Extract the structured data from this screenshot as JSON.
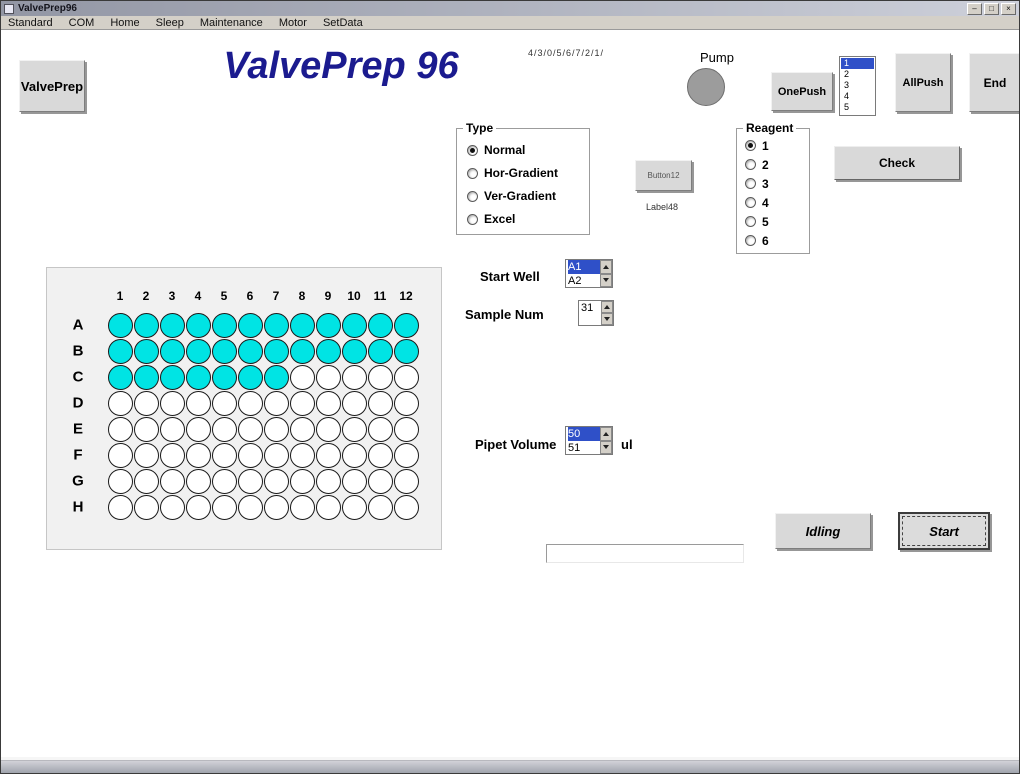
{
  "colors": {
    "highlight": "#2f50c8",
    "well_filled": "#00e4e4",
    "title": "#1b1b8f"
  },
  "window": {
    "title": "ValvePrep96",
    "menu": [
      "Standard",
      "COM",
      "Home",
      "Sleep",
      "Maintenance",
      "Motor",
      "SetData"
    ],
    "controls": {
      "minimize": "–",
      "maximize": "□",
      "close": "×"
    }
  },
  "header": {
    "valveprep_button": "ValvePrep",
    "title": "ValvePrep 96",
    "small_text": "4/3/0/5/6/7/2/1/",
    "pump_label": "Pump",
    "onepush_button": "OnePush",
    "push_list": [
      "1",
      "2",
      "3",
      "4",
      "5"
    ],
    "push_list_selected": "1",
    "allpush_button": "AllPush",
    "end_button": "End"
  },
  "type_group": {
    "label": "Type",
    "options": [
      "Normal",
      "Hor-Gradient",
      "Ver-Gradient",
      "Excel"
    ],
    "selected": "Normal"
  },
  "reagent_group": {
    "label": "Reagent",
    "options": [
      "1",
      "2",
      "3",
      "4",
      "5",
      "6"
    ],
    "selected": "1"
  },
  "misc": {
    "button12": "Button12",
    "label48": "Label48",
    "check_button": "Check"
  },
  "params": {
    "start_well_label": "Start Well",
    "start_well_value": "A1",
    "start_well_next": "A2",
    "sample_num_label": "Sample Num",
    "sample_num_value": "31",
    "pipet_volume_label": "Pipet Volume",
    "pipet_volume_value": "50",
    "pipet_volume_next": "51",
    "pipet_volume_unit": "ul"
  },
  "plate": {
    "col_labels": [
      "1",
      "2",
      "3",
      "4",
      "5",
      "6",
      "7",
      "8",
      "9",
      "10",
      "11",
      "12"
    ],
    "row_labels": [
      "A",
      "B",
      "C",
      "D",
      "E",
      "F",
      "G",
      "H"
    ],
    "filled_count": 31
  },
  "footer": {
    "idling_button": "Idling",
    "start_button": "Start"
  }
}
